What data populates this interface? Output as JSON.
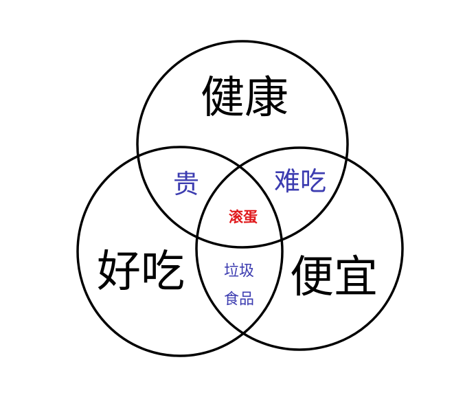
{
  "colors": {
    "circle_stroke": "#000000",
    "set_label": "#000000",
    "overlap_label": "#3c3cb0",
    "center_label": "#e0191c"
  },
  "sets": {
    "top": "健康",
    "left": "好吃",
    "right": "便宜"
  },
  "overlaps": {
    "top_left": "贵",
    "top_right": "难吃",
    "left_right_line1": "垃圾",
    "left_right_line2": "食品",
    "center": "滚蛋"
  }
}
